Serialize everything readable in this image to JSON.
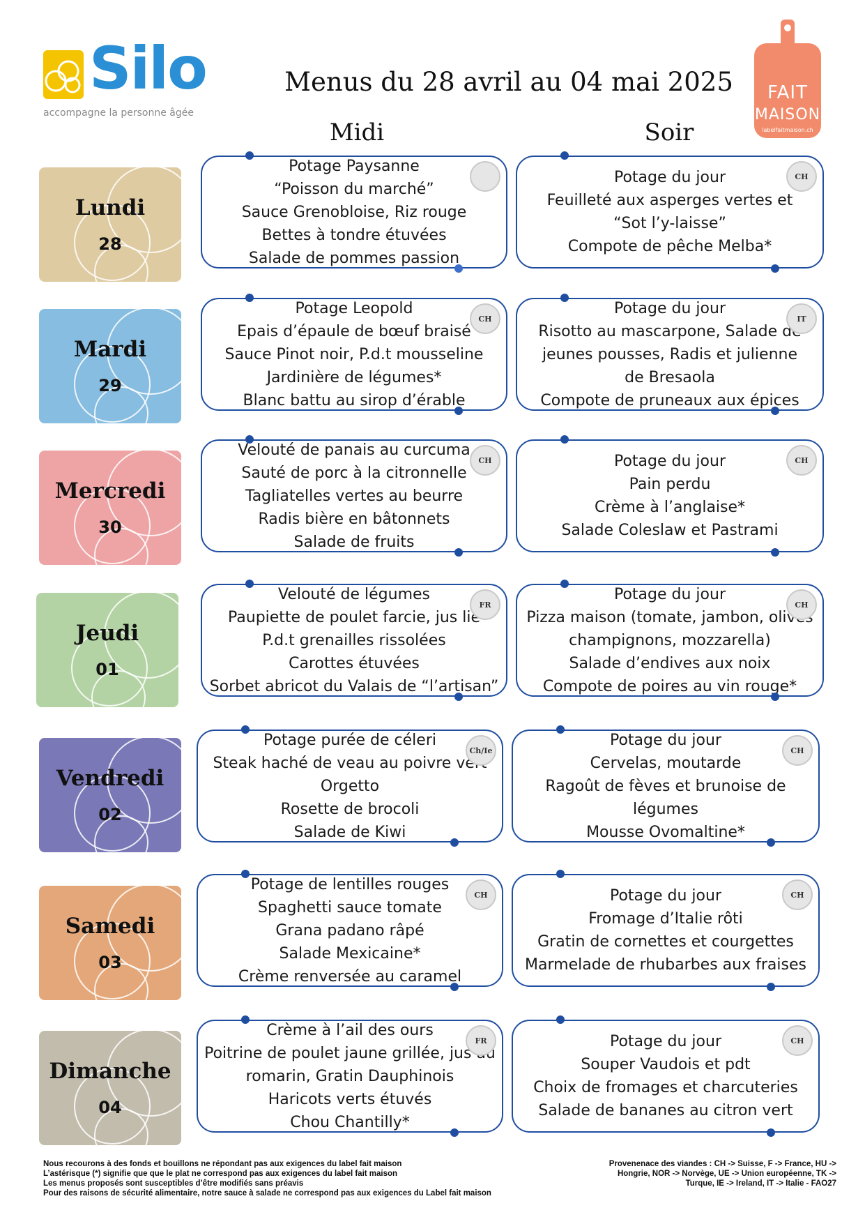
{
  "header": {
    "logo_word": "Silo",
    "logo_tagline": "accompagne la personne âgée",
    "title": "Menus du 28 avril au 04 mai 2025",
    "col_midi": "Midi",
    "col_soir": "Soir",
    "badge_line1": "FAIT",
    "badge_line2": "MAISON",
    "badge_url": "labelfaitmaison.ch",
    "badge_color": "#f28b6b"
  },
  "days": [
    {
      "name": "Lundi",
      "num": "28",
      "color": "#dfcba1",
      "midi": {
        "origin": "",
        "lines": [
          "Potage Paysanne",
          "“Poisson du marché”",
          "Sauce Grenobloise, Riz rouge",
          "Bettes à tondre étuvées",
          "Salade de pommes passion"
        ]
      },
      "soir": {
        "origin": "CH",
        "lines": [
          "Potage du jour",
          "Feuilleté aux asperges vertes et",
          "“Sot l’y-laisse”",
          "Compote de pêche Melba*"
        ]
      }
    },
    {
      "name": "Mardi",
      "num": "29",
      "color": "#86bde0",
      "midi": {
        "origin": "CH",
        "lines": [
          "Potage Leopold",
          "Epais d’épaule de bœuf braisé",
          "Sauce Pinot noir, P.d.t mousseline",
          "Jardinière de légumes*",
          "Blanc battu au sirop d’érable"
        ]
      },
      "soir": {
        "origin": "IT",
        "lines": [
          "Potage du jour",
          "Risotto au mascarpone, Salade de",
          "jeunes pousses, Radis et julienne",
          "de Bresaola",
          "Compote de pruneaux aux épices"
        ]
      }
    },
    {
      "name": "Mercredi",
      "num": "30",
      "color": "#eea3a5",
      "midi": {
        "origin": "CH",
        "lines": [
          "Velouté de panais au curcuma",
          "Sauté de porc à la citronnelle",
          "Tagliatelles vertes au beurre",
          "Radis bière en bâtonnets",
          "Salade de fruits"
        ]
      },
      "soir": {
        "origin": "CH",
        "lines": [
          "Potage du jour",
          "Pain perdu",
          "Crème à l’anglaise*",
          "Salade Coleslaw et Pastrami"
        ]
      }
    },
    {
      "name": "Jeudi",
      "num": "01",
      "color": "#b4d3a4",
      "midi": {
        "origin": "FR",
        "lines": [
          "Velouté de légumes",
          "Paupiette de poulet farcie, jus lié",
          "P.d.t grenailles rissolées",
          "Carottes étuvées",
          "Sorbet abricot du Valais de “l’artisan”"
        ]
      },
      "soir": {
        "origin": "CH",
        "lines": [
          "Potage du jour",
          "Pizza maison (tomate, jambon, olives",
          "champignons, mozzarella)",
          "Salade d’endives aux noix",
          "Compote de poires au vin rouge*"
        ]
      }
    },
    {
      "name": "Vendredi",
      "num": "02",
      "color": "#7a78b7",
      "midi": {
        "origin": "Ch/Ie",
        "lines": [
          "Potage purée de céleri",
          "Steak haché de veau au poivre vert",
          "Orgetto",
          "Rosette de brocoli",
          "Salade de Kiwi"
        ]
      },
      "soir": {
        "origin": "CH",
        "lines": [
          "Potage du jour",
          "Cervelas, moutarde",
          "Ragoût de fèves et brunoise de",
          "légumes",
          "Mousse Ovomaltine*"
        ]
      }
    },
    {
      "name": "Samedi",
      "num": "03",
      "color": "#e4a779",
      "midi": {
        "origin": "CH",
        "lines": [
          "Potage de lentilles rouges",
          "Spaghetti sauce tomate",
          "Grana padano râpé",
          "Salade Mexicaine*",
          "Crème renversée au caramel"
        ]
      },
      "soir": {
        "origin": "CH",
        "lines": [
          "Potage du jour",
          "Fromage d’Italie rôti",
          "Gratin de cornettes et courgettes",
          "Marmelade de rhubarbes aux fraises"
        ]
      }
    },
    {
      "name": "Dimanche",
      "num": "04",
      "color": "#c2bcac",
      "midi": {
        "origin": "FR",
        "lines": [
          "Crème à l’ail des ours",
          "Poitrine de poulet jaune grillée, jus au",
          "romarin, Gratin Dauphinois",
          "Haricots verts étuvés",
          "Chou Chantilly*"
        ]
      },
      "soir": {
        "origin": "CH",
        "lines": [
          "Potage du jour",
          "Souper Vaudois et pdt",
          "Choix de fromages et charcuteries",
          "Salade de bananes au citron vert"
        ]
      }
    }
  ],
  "footer": {
    "left": [
      "Nous recourons à des fonds et bouillons ne répondant pas aux exigences du label fait maison",
      "L’astérisque (*) signifie que que le plat ne correspond pas aux exigences du label fait maison",
      "Les menus proposés sont susceptibles d’être modifiés sans préavis",
      "Pour des raisons de sécurité alimentaire, notre sauce à salade ne correspond pas aux exigences du Label fait maison"
    ],
    "right": [
      "Provenenace des viandes : CH -> Suisse, F -> France, HU ->",
      "Hongrie, NOR -> Norvège, UE -> Union européenne, TK ->",
      "Turque, IE -> Ireland, IT -> Italie - FAO27"
    ]
  }
}
